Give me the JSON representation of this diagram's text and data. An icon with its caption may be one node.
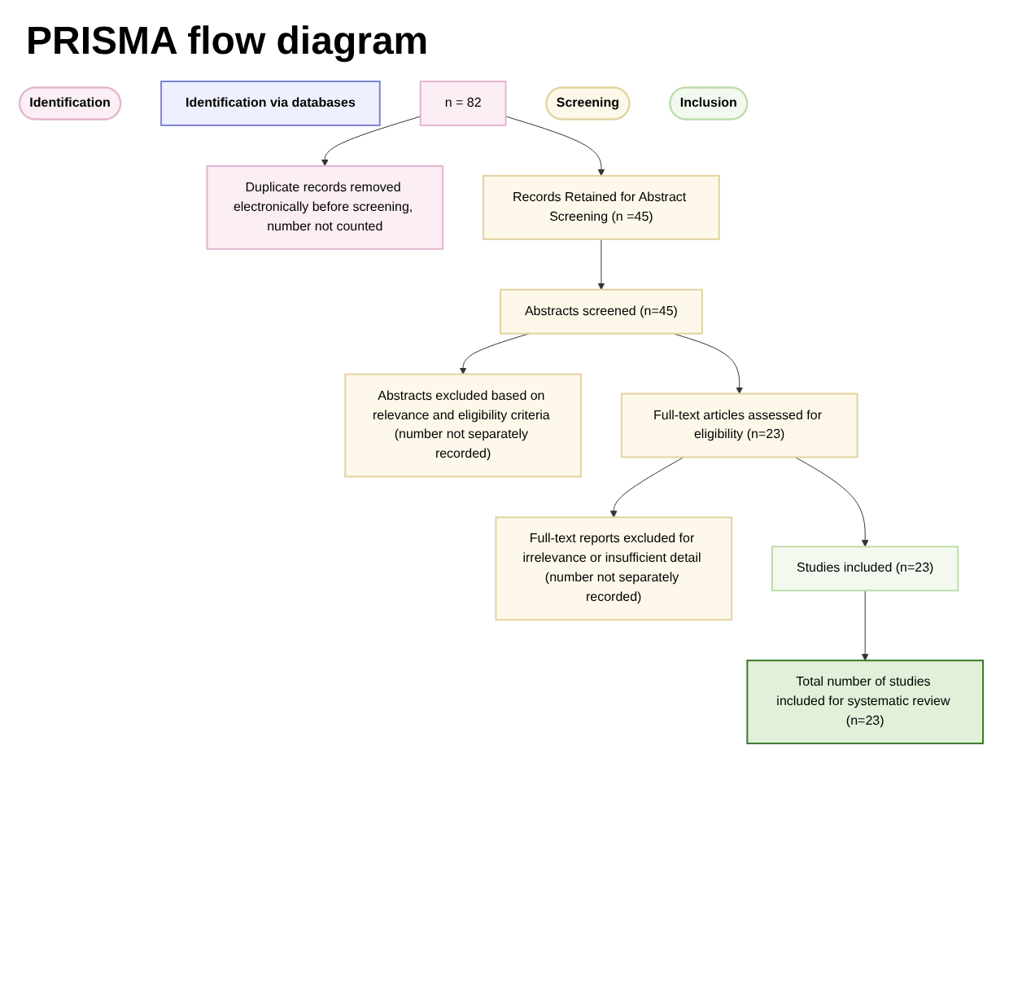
{
  "diagram": {
    "title": "PRISMA flow diagram",
    "nodes": [
      {
        "text": [
          "Identification"
        ]
      },
      {
        "text": [
          "Identification via databases"
        ]
      },
      {
        "text": [
          "n = 82"
        ]
      },
      {
        "text": [
          "Duplicate records removed electronically before screening, number not counted"
        ]
      },
      {
        "text": [
          "Screening"
        ]
      },
      {
        "text": [
          "Records Retained for Abstract Screening (n =45)"
        ]
      },
      {
        "text": [
          "Abstracts screened (n=45)"
        ]
      },
      {
        "text": [
          "Abstracts excluded based on relevance and eligibility criteria (number not separately recorded)"
        ]
      },
      {
        "text": [
          "Full-text articles assessed for eligibility (n=23)"
        ]
      },
      {
        "text": [
          "Full-text reports excluded for irrelevance or insufficient detail (number not separately recorded)"
        ]
      },
      {
        "text": [
          "Inclusion"
        ]
      },
      {
        "text": [
          "Studies included (n=23)"
        ]
      },
      {
        "text": [
          "Total number of studies included for systematic review (n=23)"
        ]
      }
    ],
    "edges": [
      {
        "from": 2,
        "to": 3,
        "arrow": "to"
      },
      {
        "from": 2,
        "to": 5,
        "arrow": "to"
      },
      {
        "from": 5,
        "to": 6,
        "arrow": "to"
      },
      {
        "from": 6,
        "to": 7,
        "arrow": "to"
      },
      {
        "from": 6,
        "to": 8,
        "arrow": "to"
      },
      {
        "from": 8,
        "to": 9,
        "arrow": "to"
      },
      {
        "from": 8,
        "to": 11,
        "arrow": "to"
      },
      {
        "from": 11,
        "to": 12,
        "arrow": "to"
      }
    ]
  }
}
